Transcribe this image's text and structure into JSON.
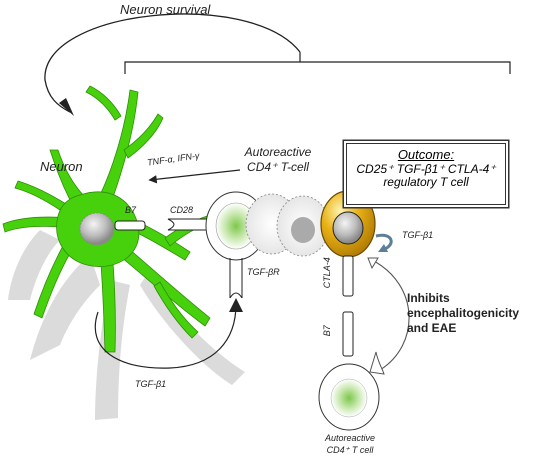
{
  "labels": {
    "neuron_survival": "Neuron survival",
    "neuron": "Neuron",
    "tnf_ifn": "TNF-α, IFN-γ",
    "b7_neuron": "B7",
    "cd28": "CD28",
    "autoreactive_top_line1": "Autoreactive",
    "autoreactive_top_line2": "CD4⁺ T-cell",
    "tgfbr": "TGF-βR",
    "tgfb1_bottom": "TGF-β1",
    "tgfb1_right": "TGF-β1",
    "ctla4": "CTLA-4",
    "b7_bottom": "B7",
    "inhibits_line1": "Inhibits",
    "inhibits_line2": "encephalitogenicity",
    "inhibits_line3": "and EAE",
    "autoreactive_bottom_line1": "Autoreactive",
    "autoreactive_bottom_line2": "CD4⁺ T cell"
  },
  "outcome": {
    "title": "Outcome:",
    "text": "CD25⁺ TGF-β1⁺ CTLA-4⁺ regulatory T cell"
  },
  "colors": {
    "neuron_fill": "#4cd90f",
    "regulatory_cell": "#e3a90c",
    "tcell_nucleus": "#9fd47a",
    "shadow": "#c8c8c8"
  }
}
